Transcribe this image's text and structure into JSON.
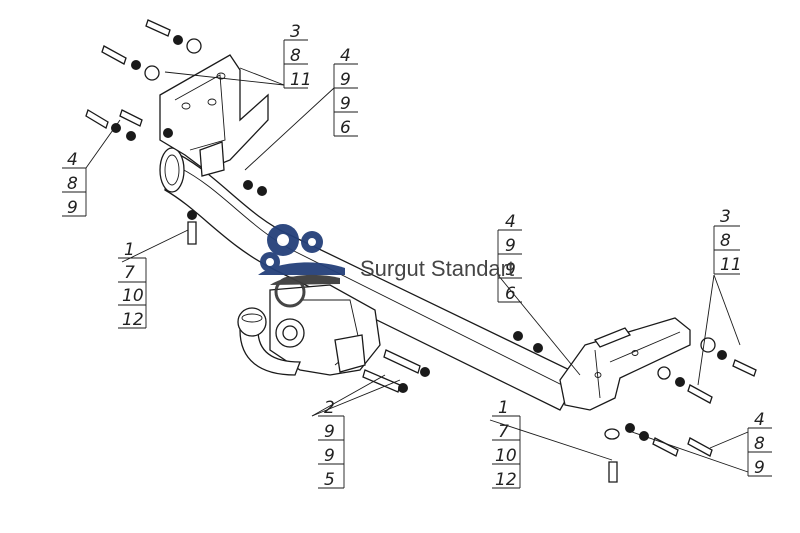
{
  "watermark": {
    "brand_text": "Surgut Standart",
    "accent_color": "#24407a"
  },
  "callouts": [
    {
      "id": "top-left-bracket",
      "numbers": [
        "3",
        "8",
        "11"
      ]
    },
    {
      "id": "top-middle",
      "numbers": [
        "4",
        "9",
        "9",
        "6"
      ]
    },
    {
      "id": "left-side",
      "numbers": [
        "4",
        "8",
        "9"
      ]
    },
    {
      "id": "left-bottom-bolt",
      "numbers": [
        "1",
        "7",
        "10",
        "12"
      ]
    },
    {
      "id": "center-middle",
      "numbers": [
        "4",
        "9",
        "9",
        "6"
      ]
    },
    {
      "id": "right-bracket",
      "numbers": [
        "3",
        "8",
        "11"
      ]
    },
    {
      "id": "ball-mount",
      "numbers": [
        "2",
        "9",
        "9",
        "5"
      ]
    },
    {
      "id": "bottom-bolt",
      "numbers": [
        "1",
        "7",
        "10",
        "12"
      ]
    },
    {
      "id": "right-bottom",
      "numbers": [
        "4",
        "8",
        "9"
      ]
    }
  ]
}
